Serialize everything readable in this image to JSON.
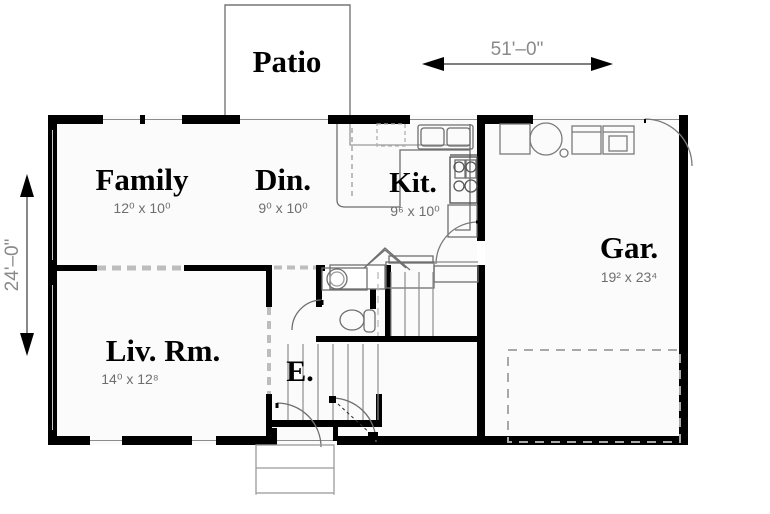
{
  "drawing": {
    "type": "architectural-floor-plan",
    "title_visible": false,
    "background_color": "#ffffff",
    "wall_color": "#000000",
    "fixture_line_color": "#808080",
    "dimension_text_color": "#707070",
    "room_label_color": "#000000",
    "floor_fill": "#fbfbfb"
  },
  "overall_dimensions": {
    "width_label": "51'–0\"",
    "depth_label": "24'–0\"",
    "width_feet": 51,
    "depth_feet": 24
  },
  "rooms": [
    {
      "key": "patio",
      "label": "Patio",
      "dim_text": "",
      "has_dimension": false,
      "outdoor": true
    },
    {
      "key": "family",
      "label": "Family",
      "dim_w": "12",
      "dim_w_sup": "0",
      "dim_x": "x",
      "dim_h": "10",
      "dim_h_sup": "0",
      "dim_text": "12⁰ x 10⁰",
      "has_dimension": true,
      "outdoor": false
    },
    {
      "key": "dining",
      "label": "Din.",
      "dim_w": "9",
      "dim_w_sup": "0",
      "dim_x": "x",
      "dim_h": "10",
      "dim_h_sup": "0",
      "dim_text": "9⁰ x 10⁰",
      "has_dimension": true,
      "outdoor": false
    },
    {
      "key": "kitchen",
      "label": "Kit.",
      "dim_w": "9",
      "dim_w_sup": "6",
      "dim_x": "x",
      "dim_h": "10",
      "dim_h_sup": "0",
      "dim_text": "9⁶ x 10⁰",
      "has_dimension": true,
      "outdoor": false
    },
    {
      "key": "garage",
      "label": "Gar.",
      "dim_w": "19",
      "dim_w_sup": "2",
      "dim_x": "x",
      "dim_h": "23",
      "dim_h_sup": "4",
      "dim_text": "19² x 23⁴",
      "has_dimension": true,
      "outdoor": false
    },
    {
      "key": "living",
      "label": "Liv.  Rm.",
      "dim_w": "14",
      "dim_w_sup": "0",
      "dim_x": "x",
      "dim_h": "12",
      "dim_h_sup": "8",
      "dim_text": "14⁰ x 12⁸",
      "has_dimension": true,
      "outdoor": false
    },
    {
      "key": "entry",
      "label": "E.",
      "dim_text": "",
      "has_dimension": false,
      "outdoor": false
    }
  ],
  "fixtures": [
    {
      "key": "kitchen-sink",
      "name": "double-basin-sink"
    },
    {
      "key": "kitchen-range",
      "name": "four-burner-cooktop"
    },
    {
      "key": "kitchen-counter",
      "name": "countertop-run"
    },
    {
      "key": "kitchen-island",
      "name": "peninsula-counter"
    },
    {
      "key": "bath-toilet",
      "name": "toilet"
    },
    {
      "key": "bath-sink",
      "name": "vanity-sink"
    },
    {
      "key": "garage-furnace",
      "name": "furnace"
    },
    {
      "key": "garage-waterheater",
      "name": "water-heater"
    },
    {
      "key": "garage-washer",
      "name": "washer"
    },
    {
      "key": "garage-dryer",
      "name": "dryer"
    },
    {
      "key": "stairs",
      "name": "switchback-staircase"
    },
    {
      "key": "garage-door",
      "name": "overhead-garage-door"
    },
    {
      "key": "front-stoop",
      "name": "front-entry-stoop"
    }
  ],
  "doors": [
    {
      "key": "front-door",
      "swing": "quarter-arc"
    },
    {
      "key": "closet-door",
      "swing": "quarter-arc"
    },
    {
      "key": "bath-door",
      "swing": "quarter-arc"
    },
    {
      "key": "garage-house-door",
      "swing": "quarter-arc"
    },
    {
      "key": "garage-side-door",
      "swing": "quarter-arc"
    }
  ],
  "windows_count": 9
}
